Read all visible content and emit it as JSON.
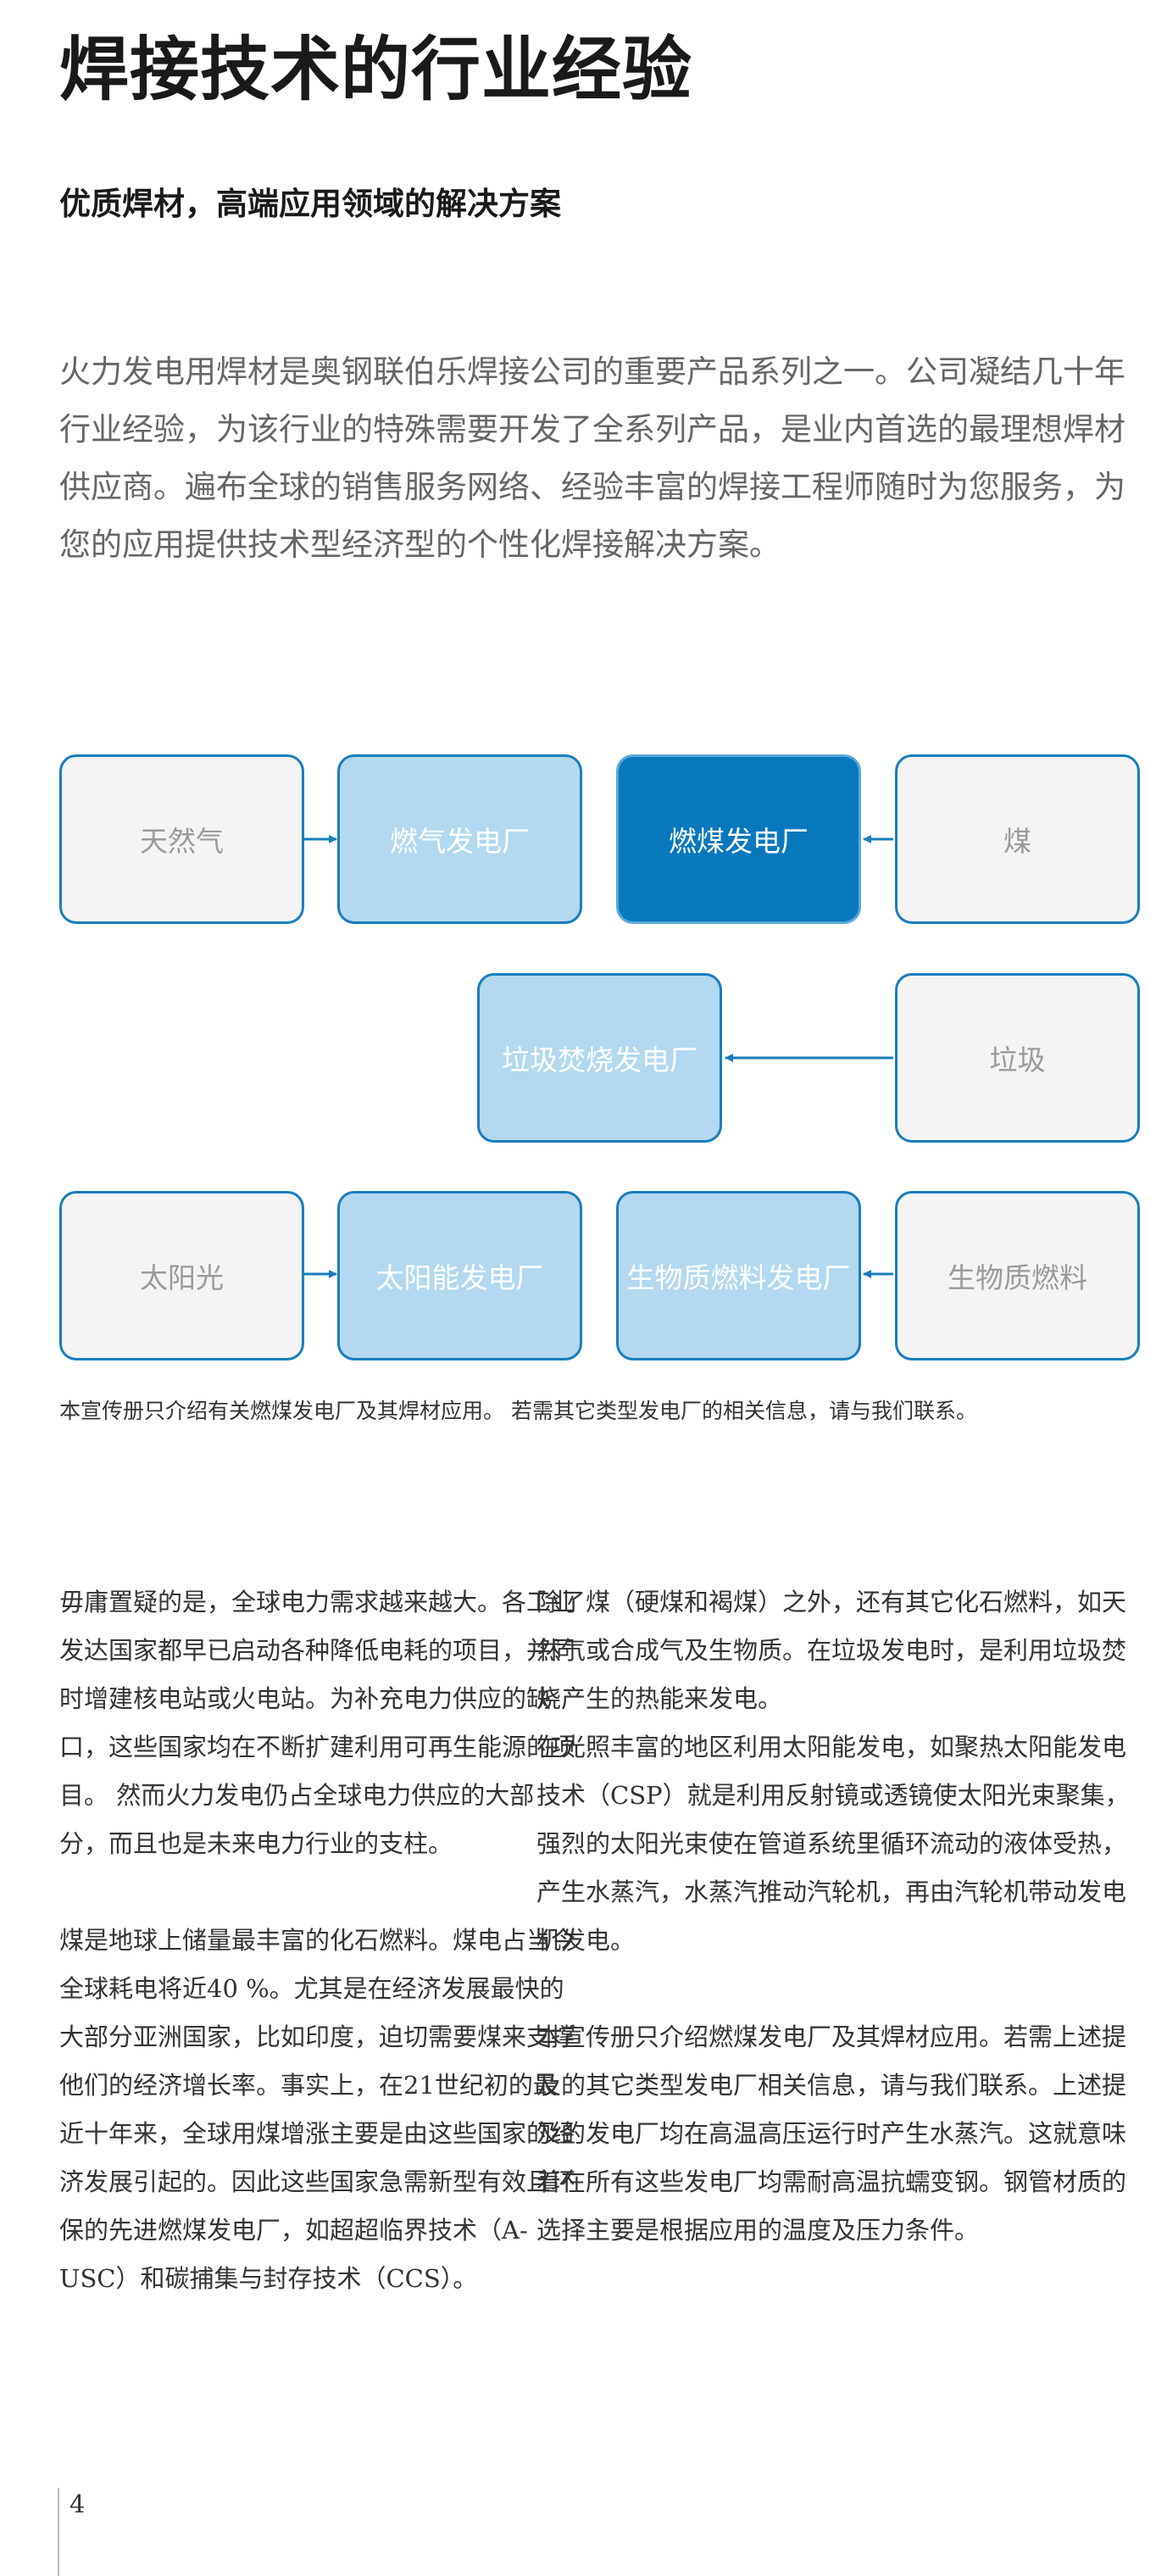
{
  "title": "焊接技术的行业经验",
  "subtitle": "优质焊材，高端应用领域的解决方案",
  "intro": "火力发电用焊材是奥钢联伯乐焊接公司的重要产品系列之一。公司凝结几十年行业经验，为该行业的特殊需要开发了全系列产品，是业内首选的最理想焊材供应商。遍布全球的销售服务网络、经验丰富的焊接工程师随时为您服务，为您的应用提供技术型经济型的个性化焊接解决方案。",
  "diagram": {
    "natural_gas": "天然气",
    "gas_plant": "燃气发电厂",
    "coal_plant": "燃煤发电厂",
    "coal": "煤",
    "waste_plant": "垃圾焚烧发电厂",
    "waste": "垃圾",
    "sunlight": "太阳光",
    "solar_plant": "太阳能发电厂",
    "biomass_plant": "生物质燃料发电厂",
    "biomass": "生物质燃料",
    "colors": {
      "border": "#1a7dbd",
      "source_fill": "#f4f4f4",
      "plant_fill": "#b3d8ef",
      "highlight_fill": "#0878bd"
    }
  },
  "caption": "本宣传册只介绍有关燃煤发电厂及其焊材应用。 若需其它类型发电厂的相关信息，请与我们联系。",
  "left_column": {
    "para1": "毋庸置疑的是，全球电力需求越来越大。各工业发达国家都早已启动各种降低电耗的项目，并同时增建核电站或火电站。为补充电力供应的缺口，这些国家均在不断扩建利用可再生能源的项目。 然而火力发电仍占全球电力供应的大部分，而且也是未来电力行业的支柱。",
    "para2": "煤是地球上储量最丰富的化石燃料。煤电占当今全球耗电将近40 %。尤其是在经济发展最快的大部分亚洲国家，比如印度，迫切需要煤来支撑他们的经济增长率。事实上，在21世纪初的最近十年来，全球用煤增涨主要是由这些国家的经济发展引起的。因此这些国家急需新型有效且环保的先进燃煤发电厂，如超超临界技术（A-USC）和碳捕集与封存技术（CCS）。"
  },
  "right_column": {
    "para1": "除了煤（硬煤和褐煤）之外，还有其它化石燃料，如天然气或合成气及生物质。在垃圾发电时，是利用垃圾焚烧产生的热能来发电。",
    "para2": "在光照丰富的地区利用太阳能发电，如聚热太阳能发电技术（CSP）就是利用反射镜或透镜使太阳光束聚集，强烈的太阳光束使在管道系统里循环流动的液体受热，产生水蒸汽，水蒸汽推动汽轮机，再由汽轮机带动发电机发电。",
    "para3": "本宣传册只介绍燃煤发电厂及其焊材应用。若需上述提及的其它类型发电厂相关信息，请与我们联系。上述提及的发电厂均在高温高压运行时产生水蒸汽。这就意味着在所有这些发电厂均需耐高温抗蠕变钢。钢管材质的选择主要是根据应用的温度及压力条件。"
  },
  "page_number": "4"
}
